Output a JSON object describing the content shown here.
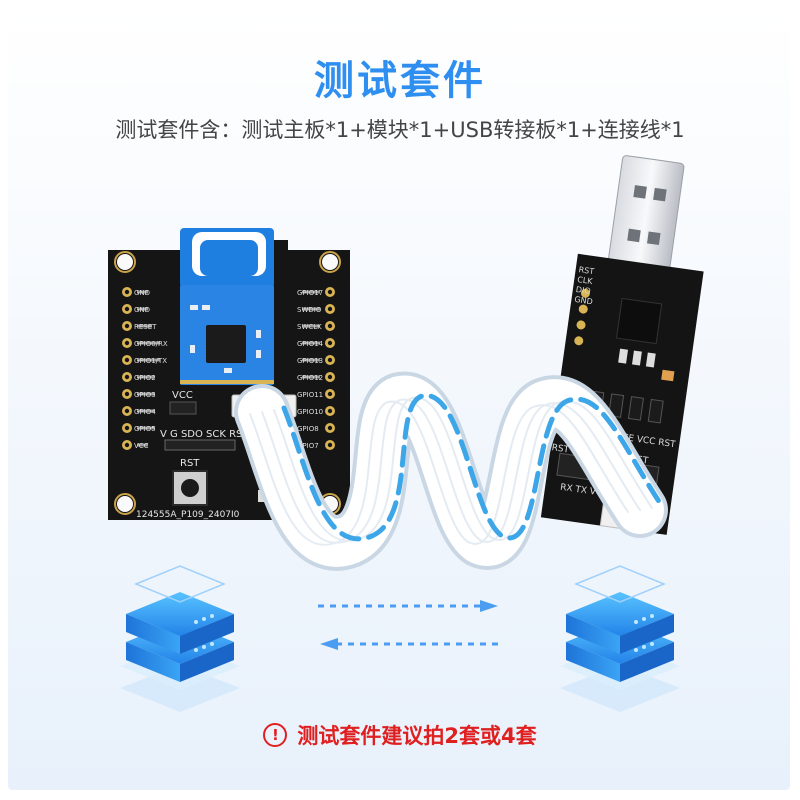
{
  "title": "测试套件",
  "subtitle": "测试套件含：测试主板*1+模块*1+USB转接板*1+连接线*1",
  "warning": {
    "icon": "!",
    "text": "测试套件建议拍2套或4套",
    "color": "#e02020"
  },
  "colors": {
    "title": "#2f8ff0",
    "accent": "#4a9df0",
    "warning": "#e02020"
  },
  "icons": [
    "server-icon",
    "arrow-right-icon",
    "arrow-left-icon",
    "warning-icon"
  ],
  "board_silkscreen": {
    "left_pins": [
      "GND",
      "GND",
      "RESET",
      "GPIO0/RX",
      "GPIO1/TX",
      "GPIO2",
      "GPIO3",
      "GPIO4",
      "GPIO5",
      "VCC"
    ],
    "right_pins": [
      "GPIO17",
      "SWDIO",
      "SWCLK",
      "GPIO14",
      "GPIO13",
      "GPIO12",
      "GPIO11",
      "GPIO10",
      "GPIO8",
      "GPIO7"
    ],
    "labels": [
      "VCC",
      "V  G  SDO SCK RST",
      "RST",
      "124555A_P109_2407I0"
    ],
    "usb_labels": [
      "RST",
      "CLK",
      "DIO",
      "GND",
      "RSTAUX RX TX CE VCC RST",
      "RST TX GND VCC RST",
      "RX TX VCC"
    ]
  }
}
